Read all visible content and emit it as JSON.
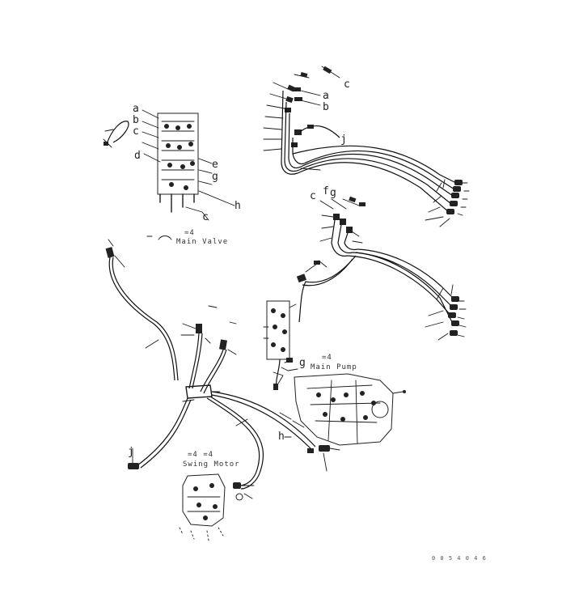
{
  "labels": {
    "a": "a",
    "b": "b",
    "c": "c",
    "d": "d",
    "e": "e",
    "f": "f",
    "g": "g",
    "h": "h",
    "j": "j",
    "cc": "c"
  },
  "captions": {
    "main_valve_eq": "=4",
    "main_valve": "Main Valve",
    "main_pump_eq": "=4",
    "main_pump": "Main Pump",
    "swing_motor_eq": "=4  =4",
    "swing_motor": "Swing Motor",
    "drawing_code": "0 0 5 4 0 4 6"
  }
}
